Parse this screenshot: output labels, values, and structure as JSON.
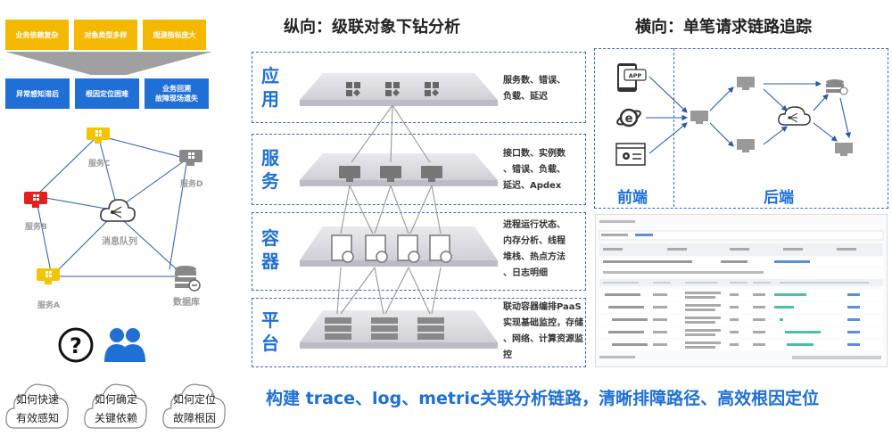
{
  "left_panel": {
    "top_buttons": [
      "业务依赖复杂",
      "对象类型多样",
      "观测指标庞大"
    ],
    "bottom_buttons": [
      "异常感知滞后",
      "根因定位困难",
      "业务回溯\n故障现场遗失"
    ],
    "nodes": {
      "service_c": "服务C",
      "service_d": "服务D",
      "service_b": "服务B",
      "message_queue": "消息队列",
      "service_a": "服务A",
      "database": "数据库"
    },
    "questions": [
      "如何快速\n有效感知",
      "如何确定\n关键依赖",
      "如何定位\n故障根因"
    ]
  },
  "middle_panel": {
    "title": "纵向：级联对象下钻分析",
    "layers": [
      {
        "label": "应\n用",
        "desc": "服务数、错误、\n负载、延迟"
      },
      {
        "label": "服\n务",
        "desc": "接口数、实例数\n、错误、负载、\n延迟、Apdex"
      },
      {
        "label": "容\n器",
        "desc": "进程运行状态、\n内存分析、线程\n堆栈、热点方法\n、日志明细"
      },
      {
        "label": "平\n台",
        "desc": "联动容器编排PaaS\n实现基础监控，存储\n、网络、计算资源监\n控"
      }
    ]
  },
  "right_panel": {
    "title": "横向：单笔请求链路追踪",
    "frontend_label": "前端",
    "backend_label": "后端",
    "app_icon_text": "APP"
  },
  "footer": "构建 trace、log、metric关联分析链路，清晰排障路径、高效根因定位"
}
